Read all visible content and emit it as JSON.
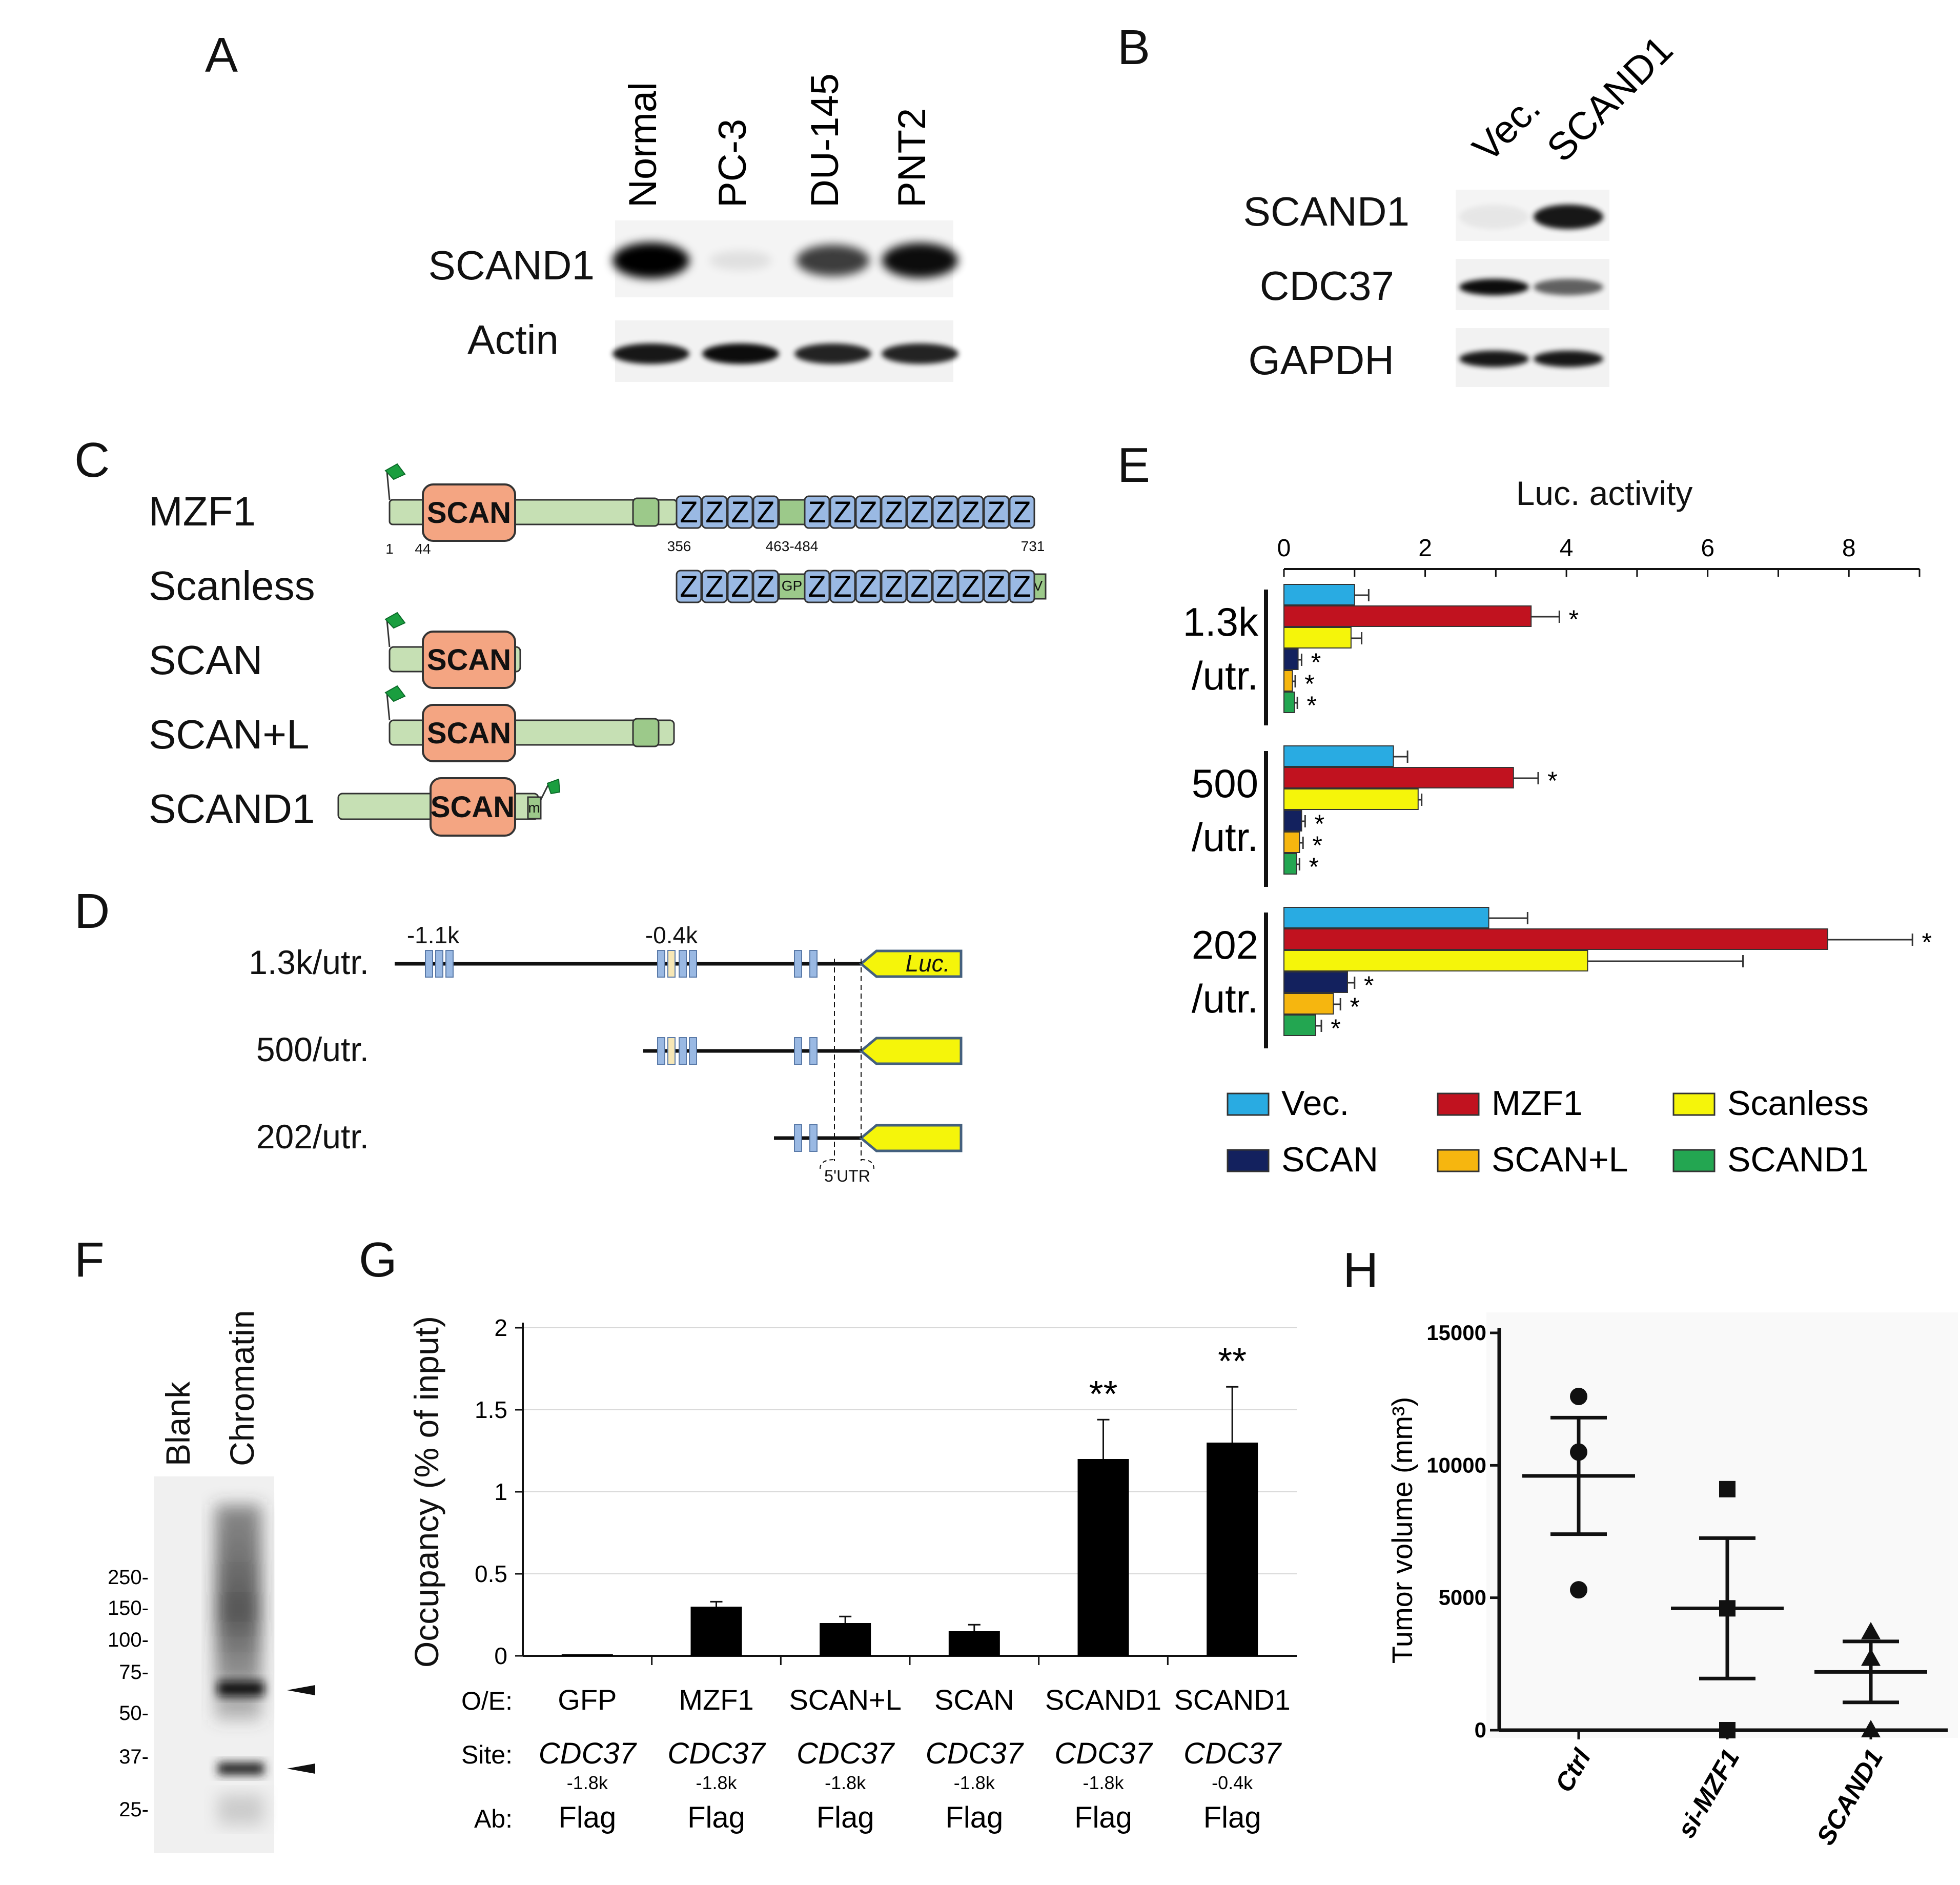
{
  "panels": {
    "A": "A",
    "B": "B",
    "C": "C",
    "D": "D",
    "E": "E",
    "F": "F",
    "G": "G",
    "H": "H"
  },
  "panelA": {
    "lanes": [
      "Normal",
      "PC-3",
      "DU-145",
      "PNT2"
    ],
    "rows": [
      "SCAND1",
      "Actin"
    ],
    "scand1_intensity": [
      1.0,
      0.08,
      0.75,
      0.95
    ],
    "actin_intensity": [
      0.9,
      0.95,
      0.85,
      0.85
    ]
  },
  "panelB": {
    "lanes": [
      "Vec.",
      "SCAND1"
    ],
    "rows": [
      "SCAND1",
      "CDC37",
      "GAPDH"
    ],
    "scand1_intensity": [
      0.05,
      0.9
    ],
    "cdc37_intensity": [
      0.95,
      0.6
    ],
    "gapdh_intensity": [
      0.9,
      0.9
    ]
  },
  "panelC": {
    "constructs": [
      "MZF1",
      "Scanless",
      "SCAN",
      "SCAN+L",
      "SCAND1"
    ],
    "domain": "SCAN",
    "zinc": "Z",
    "positions": [
      "1",
      "44",
      "356",
      "463-484",
      "731"
    ],
    "gp": "GP",
    "v": "V",
    "ctail": "m"
  },
  "panelD": {
    "constructs": [
      "1.3k/utr.",
      "500/utr.",
      "202/utr."
    ],
    "sites": [
      "-1.1k",
      "-0.4k"
    ],
    "reporter": "Luc.",
    "utr": "5'UTR"
  },
  "chart_data": [
    {
      "type": "bar",
      "orientation": "horizontal",
      "title": "Luc. activity",
      "xlim": [
        0,
        9
      ],
      "xticks": [
        "0",
        "2",
        "4",
        "6",
        "8"
      ],
      "groups": [
        "1.3k",
        "500",
        "202"
      ],
      "group_sub": "/utr.",
      "series": [
        {
          "name": "Vec.",
          "color": "#29abe2",
          "values": [
            1.0,
            1.55,
            2.9
          ],
          "err": [
            0.2,
            0.2,
            0.55
          ]
        },
        {
          "name": "MZF1",
          "color": "#c1121f",
          "values": [
            3.5,
            3.25,
            7.7
          ],
          "err": [
            0.4,
            0.35,
            1.2
          ]
        },
        {
          "name": "Scanless",
          "color": "#f5f50a",
          "values": [
            0.95,
            1.9,
            4.3
          ],
          "err": [
            0.15,
            0.05,
            2.2
          ]
        },
        {
          "name": "SCAN",
          "color": "#13215e",
          "values": [
            0.2,
            0.25,
            0.9
          ],
          "err": [
            0.05,
            0.05,
            0.1
          ]
        },
        {
          "name": "SCAN+L",
          "color": "#f6b60f",
          "values": [
            0.12,
            0.22,
            0.7
          ],
          "err": [
            0.04,
            0.05,
            0.1
          ]
        },
        {
          "name": "SCAND1",
          "color": "#23a651",
          "values": [
            0.15,
            0.18,
            0.45
          ],
          "err": [
            0.04,
            0.04,
            0.08
          ]
        }
      ],
      "star": "*",
      "legend": [
        "Vec.",
        "MZF1",
        "Scanless",
        "SCAN",
        "SCAN+L",
        "SCAND1"
      ]
    },
    {
      "type": "bar",
      "ylabel": "Occupancy (% of input)",
      "ylim": [
        0,
        2
      ],
      "yticks": [
        "0",
        "0.5",
        "1",
        "1.5",
        "2"
      ],
      "values": [
        0.01,
        0.3,
        0.2,
        0.15,
        1.2,
        1.3
      ],
      "err": [
        0.0,
        0.03,
        0.04,
        0.04,
        0.24,
        0.34
      ],
      "sig": [
        "",
        "",
        "",
        "",
        "**",
        "**"
      ],
      "rowlabels": [
        "O/E:",
        "Site:",
        "Ab:"
      ],
      "oe": [
        "GFP",
        "MZF1",
        "SCAN+L",
        "SCAN",
        "SCAND1",
        "SCAND1"
      ],
      "site": [
        "CDC37",
        "CDC37",
        "CDC37",
        "CDC37",
        "CDC37",
        "CDC37"
      ],
      "site_sub": [
        "-1.8k",
        "-1.8k",
        "-1.8k",
        "-1.8k",
        "-1.8k",
        "-0.4k"
      ],
      "ab": [
        "Flag",
        "Flag",
        "Flag",
        "Flag",
        "Flag",
        "Flag"
      ]
    },
    {
      "type": "scatter",
      "ylabel": "Tumor volume (mm³)",
      "ylim": [
        0,
        15000
      ],
      "yticks": [
        "0",
        "5000",
        "10000",
        "15000"
      ],
      "categories": [
        "Ctrl",
        "si-MZF1",
        "SCAND1"
      ],
      "points": [
        [
          12600,
          10500,
          5300
        ],
        [
          9100,
          4600,
          0
        ],
        [
          3700,
          2700,
          0
        ]
      ],
      "mean": [
        9600,
        4600,
        2200
      ],
      "err": [
        2200,
        2650,
        1150
      ],
      "markers": [
        "circle",
        "square",
        "triangle"
      ]
    }
  ],
  "panelF": {
    "lanes": [
      "Blank",
      "Chromatin"
    ],
    "markers": [
      "250-",
      "150-",
      "100-",
      "75-",
      "50-",
      "37-",
      "25-"
    ]
  }
}
